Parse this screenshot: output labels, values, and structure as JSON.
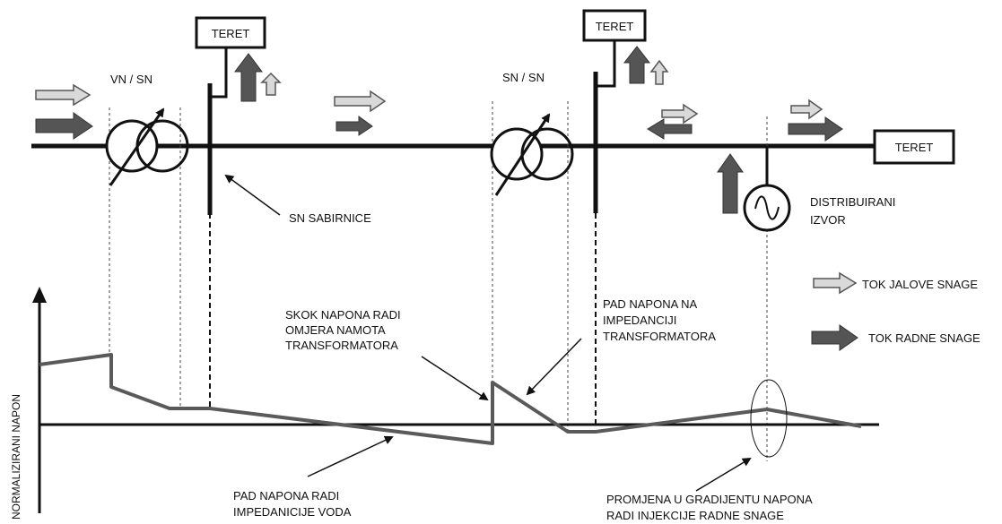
{
  "colors": {
    "line": "#111111",
    "active_arrow": "#555555",
    "reactive_arrow_fill": "#d9d9d9",
    "reactive_arrow_stroke": "#555555",
    "voltage_profile": "#5a5a5a",
    "guide": "#444444"
  },
  "loads": {
    "load1": "TERET",
    "load2": "TERET",
    "load3": "TERET"
  },
  "transformers": {
    "t1": "VN / SN",
    "t2": "SN / SN"
  },
  "labels": {
    "busbar": "SN SABIRNICE",
    "dg_line1": "DISTRIBUIRANI",
    "dg_line2": "IZVOR",
    "jump_line1": "SKOK NAPONA RADI",
    "jump_line2": "OMJERA NAMOTA",
    "jump_line3": "TRANSFORMATORA",
    "tdrop_line1": "PAD NAPONA NA",
    "tdrop_line2": "IMPEDANCIJI",
    "tdrop_line3": "TRANSFORMATORA",
    "linedrop_line1": "PAD NAPONA RADI",
    "linedrop_line2": "IMPEDANICIJE VODA",
    "gradient_line1": "PROMJENA U GRADIJENTU NAPONA",
    "gradient_line2": "RADI INJEKCIJE RADNE SNAGE",
    "y_axis": "NORMALIZIRANI NAPON"
  },
  "legend": {
    "reactive": "TOK JALOVE SNAGE",
    "active": "TOK RADNE SNAGE"
  }
}
